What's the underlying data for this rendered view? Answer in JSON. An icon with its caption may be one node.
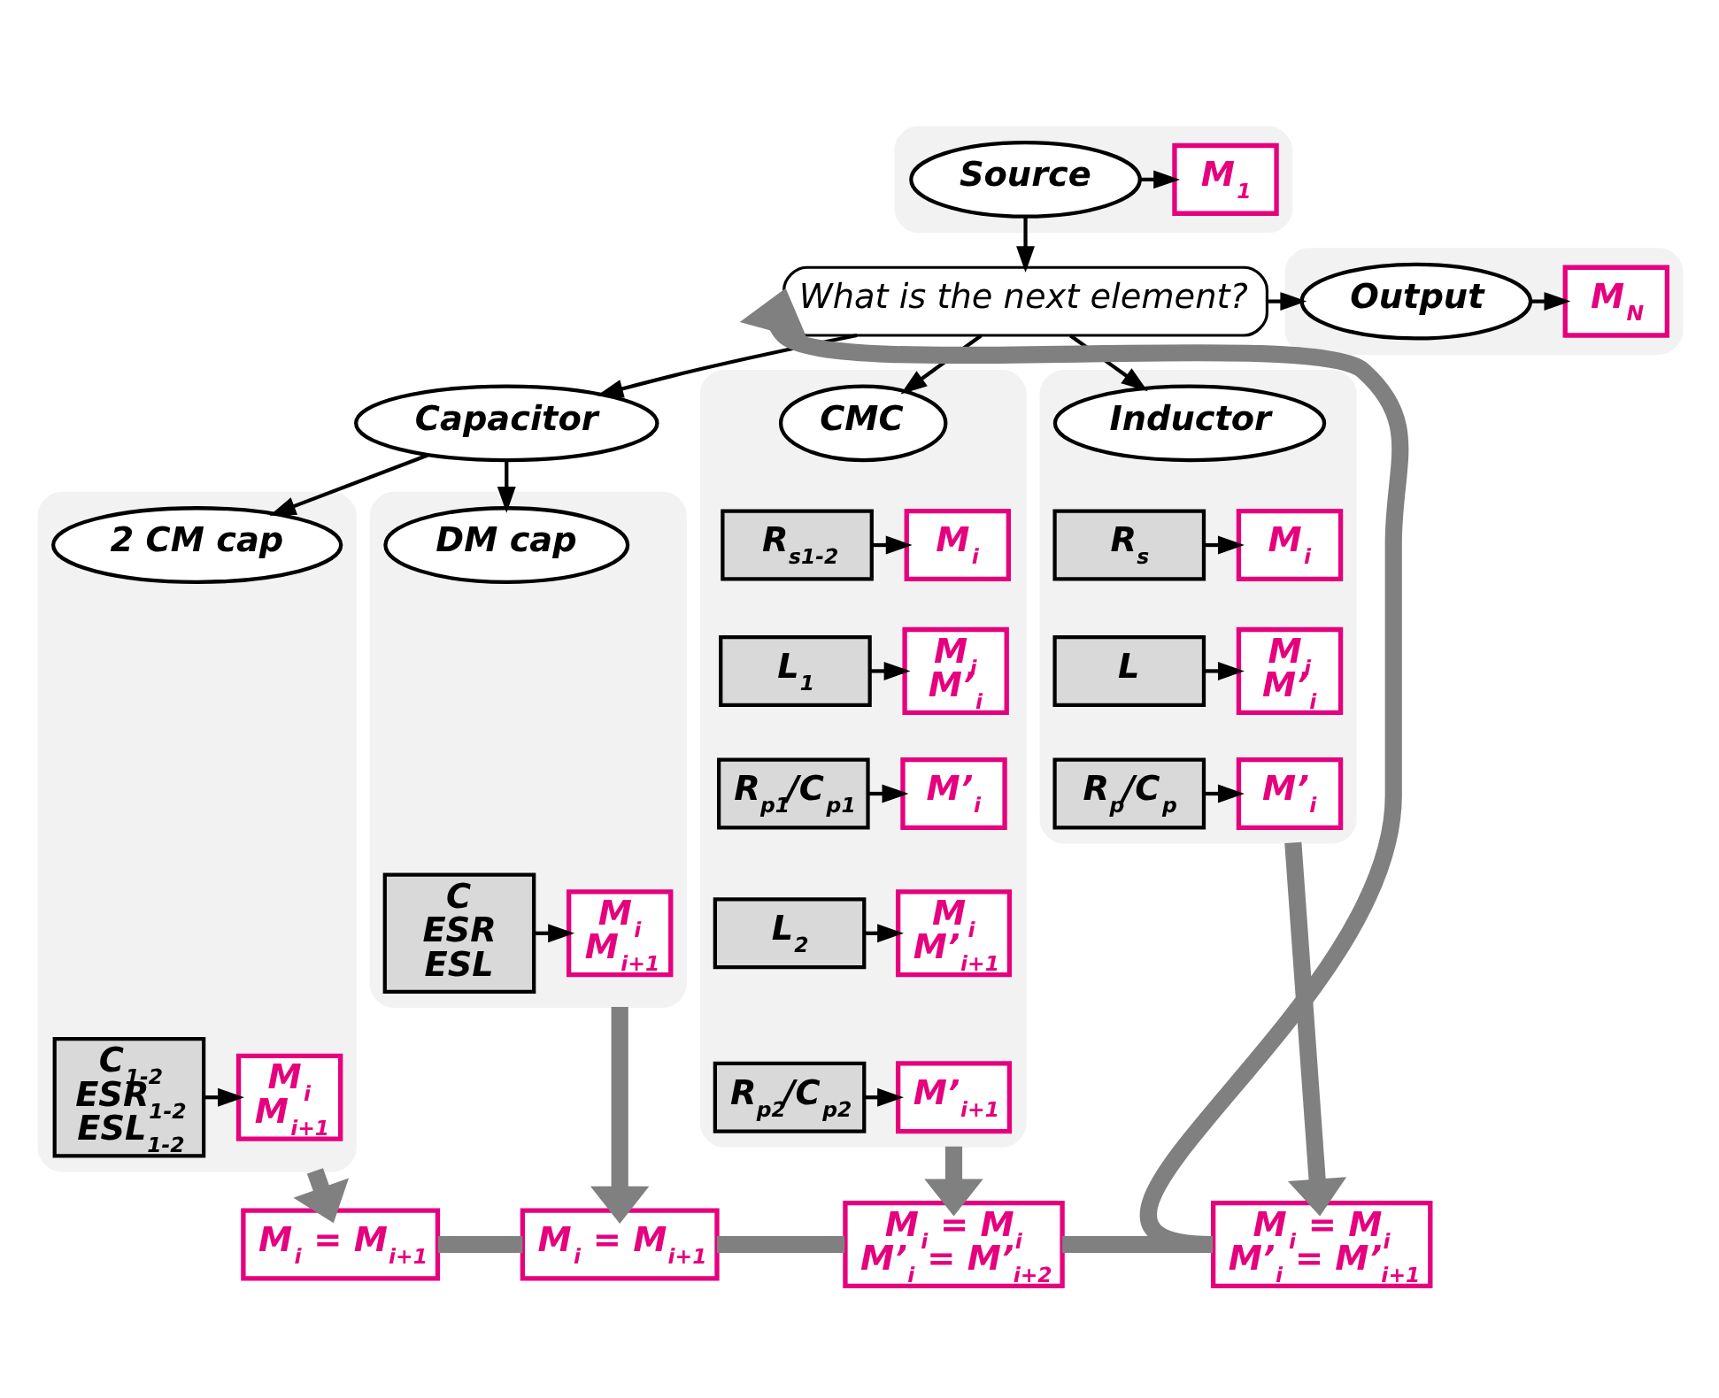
{
  "diagram": {
    "nodes": [
      {
        "text": [],
        "shape": "box"
      },
      {
        "text": [
          "Source"
        ],
        "in": 0
      },
      {
        "text": [
          "M$_{1}$"
        ],
        "in": 0
      },
      {
        "text": [
          "What is the next element?"
        ]
      },
      {
        "text": [],
        "shape": "box"
      },
      {
        "text": [
          "Output"
        ],
        "in": 4
      },
      {
        "text": [
          "M$_{N}$"
        ],
        "in": 4
      },
      {
        "text": [],
        "shape": "box"
      },
      {
        "text": [
          "Inductor"
        ],
        "in": 7
      },
      {
        "text": [
          "R$_{s}$"
        ],
        "in": 7
      },
      {
        "text": [
          "M$_{i}$"
        ],
        "in": 7
      },
      {
        "text": [
          "L"
        ],
        "in": 7
      },
      {
        "text": [
          "M$_{i}$",
          "M’$_{i}$"
        ],
        "in": 7
      },
      {
        "text": [
          "R$_{p}$/C$_{p}$"
        ],
        "in": 7
      },
      {
        "text": [
          "M’$_{i}$"
        ],
        "in": 7
      },
      {
        "text": [],
        "shape": "box"
      },
      {
        "text": [
          "CMC"
        ],
        "in": 15
      },
      {
        "text": [
          "R$_{s1-2}$"
        ],
        "in": 15
      },
      {
        "text": [
          "M$_{i}$"
        ],
        "in": 15
      },
      {
        "text": [
          "L$_{1}$"
        ],
        "in": 15
      },
      {
        "text": [
          "M$_{i}$",
          "M’$_{i}$"
        ],
        "in": 15
      },
      {
        "text": [
          "R$_{p1}$/C$_{p1}$"
        ],
        "in": 15
      },
      {
        "text": [
          "M’$_{i}$"
        ],
        "in": 15
      },
      {
        "text": [
          "L$_{2}$"
        ],
        "in": 15
      },
      {
        "text": [
          "M$_{i}$",
          "M’$_{i+1}$"
        ],
        "in": 15
      },
      {
        "text": [
          "R$_{p2}$/C$_{p2}$"
        ],
        "in": 15
      },
      {
        "text": [
          "M’$_{i+1}$"
        ],
        "in": 15
      },
      {
        "text": [
          "Capacitor"
        ]
      },
      {
        "text": [],
        "shape": "box"
      },
      {
        "text": [
          "DM cap"
        ],
        "in": 28
      },
      {
        "text": [
          "C",
          "ESR",
          "ESL"
        ],
        "in": 28
      },
      {
        "text": [
          "M$_{i}$",
          "M$_{i+1}$"
        ],
        "in": 28
      },
      {
        "text": [],
        "shape": "box"
      },
      {
        "text": [
          "2 CM cap"
        ],
        "in": 32
      },
      {
        "text": [
          "C$_{1-2}$",
          "ESR$_{1-2}$",
          "ESL$_{1-2}$"
        ],
        "in": 32
      },
      {
        "text": [
          "M$_{i}$",
          "M$_{i+1}$"
        ],
        "in": 32
      },
      {
        "text": [
          "M$_{i}$ = M$_{i}$",
          "M’$_{i}$ = M’$_{i+1}$"
        ]
      },
      {
        "text": [
          "M$_{i}$ = M$_{i}$",
          "M’$_{i}$ = M’$_{i+2}$"
        ]
      },
      {
        "text": [
          "M$_{i}$ = M$_{i+1}$"
        ]
      },
      {
        "text": [
          "M$_{i}$ = M$_{i+1}$"
        ]
      }
    ],
    "edges": [
      {
        "from": 1,
        "to": 2,
        "arrow": "to"
      },
      {
        "from": 1,
        "to": 3,
        "arrow": "to"
      },
      {
        "from": 3,
        "to": 5,
        "arrow": "to"
      },
      {
        "from": 5,
        "to": 6,
        "arrow": "to"
      },
      {
        "from": 3,
        "to": 8,
        "arrow": "to"
      },
      {
        "from": 3,
        "to": 16,
        "arrow": "to"
      },
      {
        "from": 3,
        "to": 27,
        "arrow": "to"
      },
      {
        "from": 27,
        "to": 29,
        "arrow": "to"
      },
      {
        "from": 27,
        "to": 33,
        "arrow": "to"
      },
      {
        "from": 9,
        "to": 10,
        "arrow": "to"
      },
      {
        "from": 11,
        "to": 12,
        "arrow": "to"
      },
      {
        "from": 13,
        "to": 14,
        "arrow": "to"
      },
      {
        "from": 17,
        "to": 18,
        "arrow": "to"
      },
      {
        "from": 19,
        "to": 20,
        "arrow": "to"
      },
      {
        "from": 21,
        "to": 22,
        "arrow": "to"
      },
      {
        "from": 23,
        "to": 24,
        "arrow": "to"
      },
      {
        "from": 25,
        "to": 26,
        "arrow": "to"
      },
      {
        "from": 30,
        "to": 31,
        "arrow": "to"
      },
      {
        "from": 34,
        "to": 35,
        "arrow": "to"
      },
      {
        "from": 7,
        "to": 36,
        "arrow": "to",
        "style": "thick",
        "color": "#808080"
      },
      {
        "from": 15,
        "to": 37,
        "arrow": "to",
        "style": "thick",
        "color": "#808080"
      },
      {
        "from": 28,
        "to": 38,
        "arrow": "to",
        "style": "thick",
        "color": "#808080"
      },
      {
        "from": 32,
        "to": 39,
        "arrow": "to",
        "style": "thick",
        "color": "#808080"
      },
      {
        "from": 39,
        "to": 38,
        "arrow": "none",
        "style": "thick",
        "color": "#808080"
      },
      {
        "from": 38,
        "to": 37,
        "arrow": "none",
        "style": "thick",
        "color": "#808080"
      },
      {
        "from": 37,
        "to": 36,
        "arrow": "none",
        "style": "thick",
        "color": "#808080"
      },
      {
        "from": 36,
        "to": 3,
        "arrow": "to",
        "style": "thick",
        "color": "#808080"
      }
    ]
  }
}
